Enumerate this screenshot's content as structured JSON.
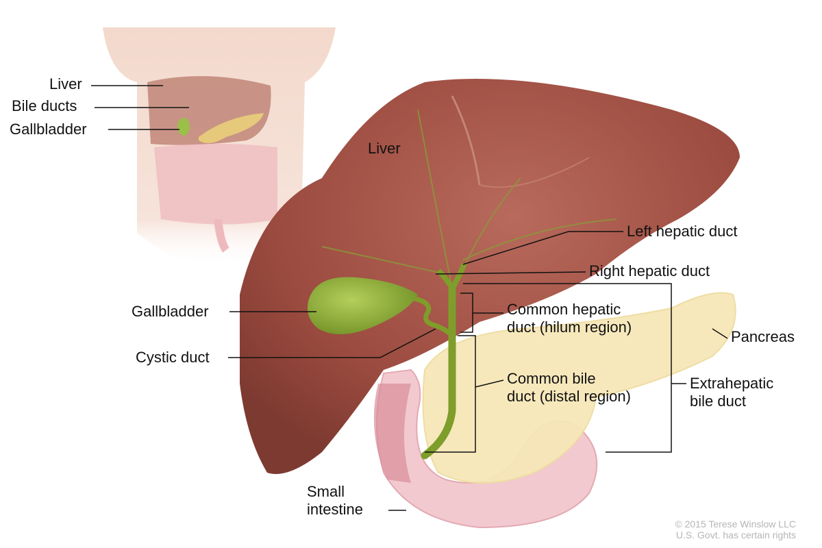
{
  "inset_labels": {
    "liver": "Liver",
    "bile_ducts": "Bile ducts",
    "gallbladder": "Gallbladder"
  },
  "main_labels": {
    "liver": "Liver",
    "left_hepatic_duct": "Left hepatic duct",
    "right_hepatic_duct": "Right hepatic duct",
    "common_hepatic_duct_1": "Common hepatic",
    "common_hepatic_duct_2": "duct (hilum region)",
    "pancreas": "Pancreas",
    "gallbladder": "Gallbladder",
    "cystic_duct": "Cystic duct",
    "common_bile_duct_1": "Common bile",
    "common_bile_duct_2": "duct (distal region)",
    "extrahepatic_1": "Extrahepatic",
    "extrahepatic_2": "bile duct",
    "small_intestine_1": "Small",
    "small_intestine_2": "intestine"
  },
  "copyright": {
    "line1": "© 2015 Terese Winslow LLC",
    "line2": "U.S. Govt. has certain rights"
  },
  "colors": {
    "skin": "#f3d9cc",
    "liver": "#9a4a3e",
    "gallbladder": "#8fb33a",
    "pancreas": "#f6e7b8",
    "intestine": "#f2c9cf"
  }
}
